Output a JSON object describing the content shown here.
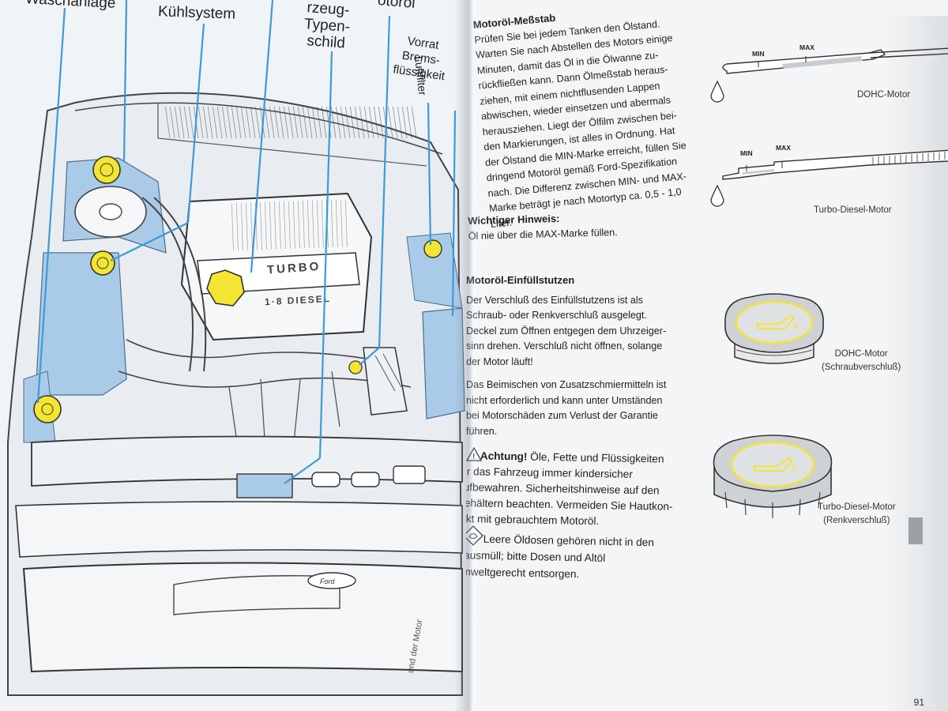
{
  "left_page": {
    "callouts": {
      "wascher": "Waschanlage",
      "kuehl": "Kühlsystem",
      "typen": [
        "rzeug-",
        "Typen-",
        "schild"
      ],
      "motoroel": "otoröl",
      "vorrat": [
        "Vorrat",
        "Brems-",
        "flüssigkeit"
      ],
      "luft": "Luftfilter"
    },
    "engine_text": {
      "turbo": "TURBO",
      "diesel": "1·8 DIESEL",
      "ford": "Ford"
    },
    "bottom_text": "und der Motor"
  },
  "right_page": {
    "section1": {
      "heading": "Motoröl-Meßstab",
      "lines": [
        "Prüfen Sie bei jedem Tanken den Ölstand.",
        "Warten Sie nach Abstellen des Motors einige",
        "Minuten, damit das Öl in die Ölwanne zu-",
        "rückfließen kann. Dann Ölmeßstab heraus-",
        "ziehen, mit einem nichtflusenden Lappen",
        "abwischen, wieder einsetzen und abermals",
        "herausziehen. Liegt der Ölfilm zwischen bei-",
        "den Markierungen, ist alles in Ordnung. Hat",
        "der Ölstand die MIN-Marke erreicht, füllen Sie",
        "dringend Motoröl gemäß Ford-Spezifikation",
        "nach. Die Differenz zwischen MIN- und MAX-",
        "Marke beträgt je nach Motortyp ca. 0,5 - 1,0",
        "Liter."
      ]
    },
    "hinweis": {
      "heading": "Wichtiger Hinweis:",
      "line": "Öl nie über die MAX-Marke füllen."
    },
    "section2": {
      "heading": "Motoröl-Einfüllstutzen",
      "lines": [
        "Der Verschluß des Einfüllstutzens ist als",
        "Schraub- oder Renkverschluß ausgelegt.",
        "Deckel zum Öffnen entgegen dem Uhrzeiger-",
        "sinn drehen. Verschluß nicht öffnen, solange",
        "der Motor läuft!"
      ],
      "para2": [
        "Das Beimischen von Zusatzschmiermitteln ist",
        "nicht erforderlich und kann unter Umständen",
        "bei Motorschäden zum Verlust der Garantie",
        "führen."
      ]
    },
    "achtung": {
      "bold": "Achtung!",
      "lines": [
        "Öle, Fette und Flüssigkeiten",
        "für das Fahrzeug immer kindersicher",
        "aufbewahren. Sicherheitshinweise auf den",
        "Behältern beachten. Vermeiden Sie Hautkon-",
        "takt mit gebrauchtem Motoröl."
      ]
    },
    "umwelt": {
      "lines": [
        "Leere Öldosen gehören nicht in den",
        "Hausmüll; bitte Dosen und Altöl",
        "umweltgerecht entsorgen."
      ]
    },
    "figures": {
      "dipstick_min": "MIN",
      "dipstick_max": "MAX",
      "dohc_label": "DOHC-Motor",
      "turbo_min": "MIN",
      "turbo_max": "MAX",
      "turbo_label": "Turbo-Diesel-Motor",
      "cap1_label": [
        "DOHC-Motor",
        "(Schraubverschluß)"
      ],
      "cap2_label": [
        "Turbo-Diesel-Motor",
        "(Renkverschluß)"
      ]
    },
    "page_number": "91"
  },
  "colors": {
    "highlight_yellow": "#f3e531",
    "callout_blue": "#3d9ad8",
    "fill_blue": "#a9cbe7"
  }
}
